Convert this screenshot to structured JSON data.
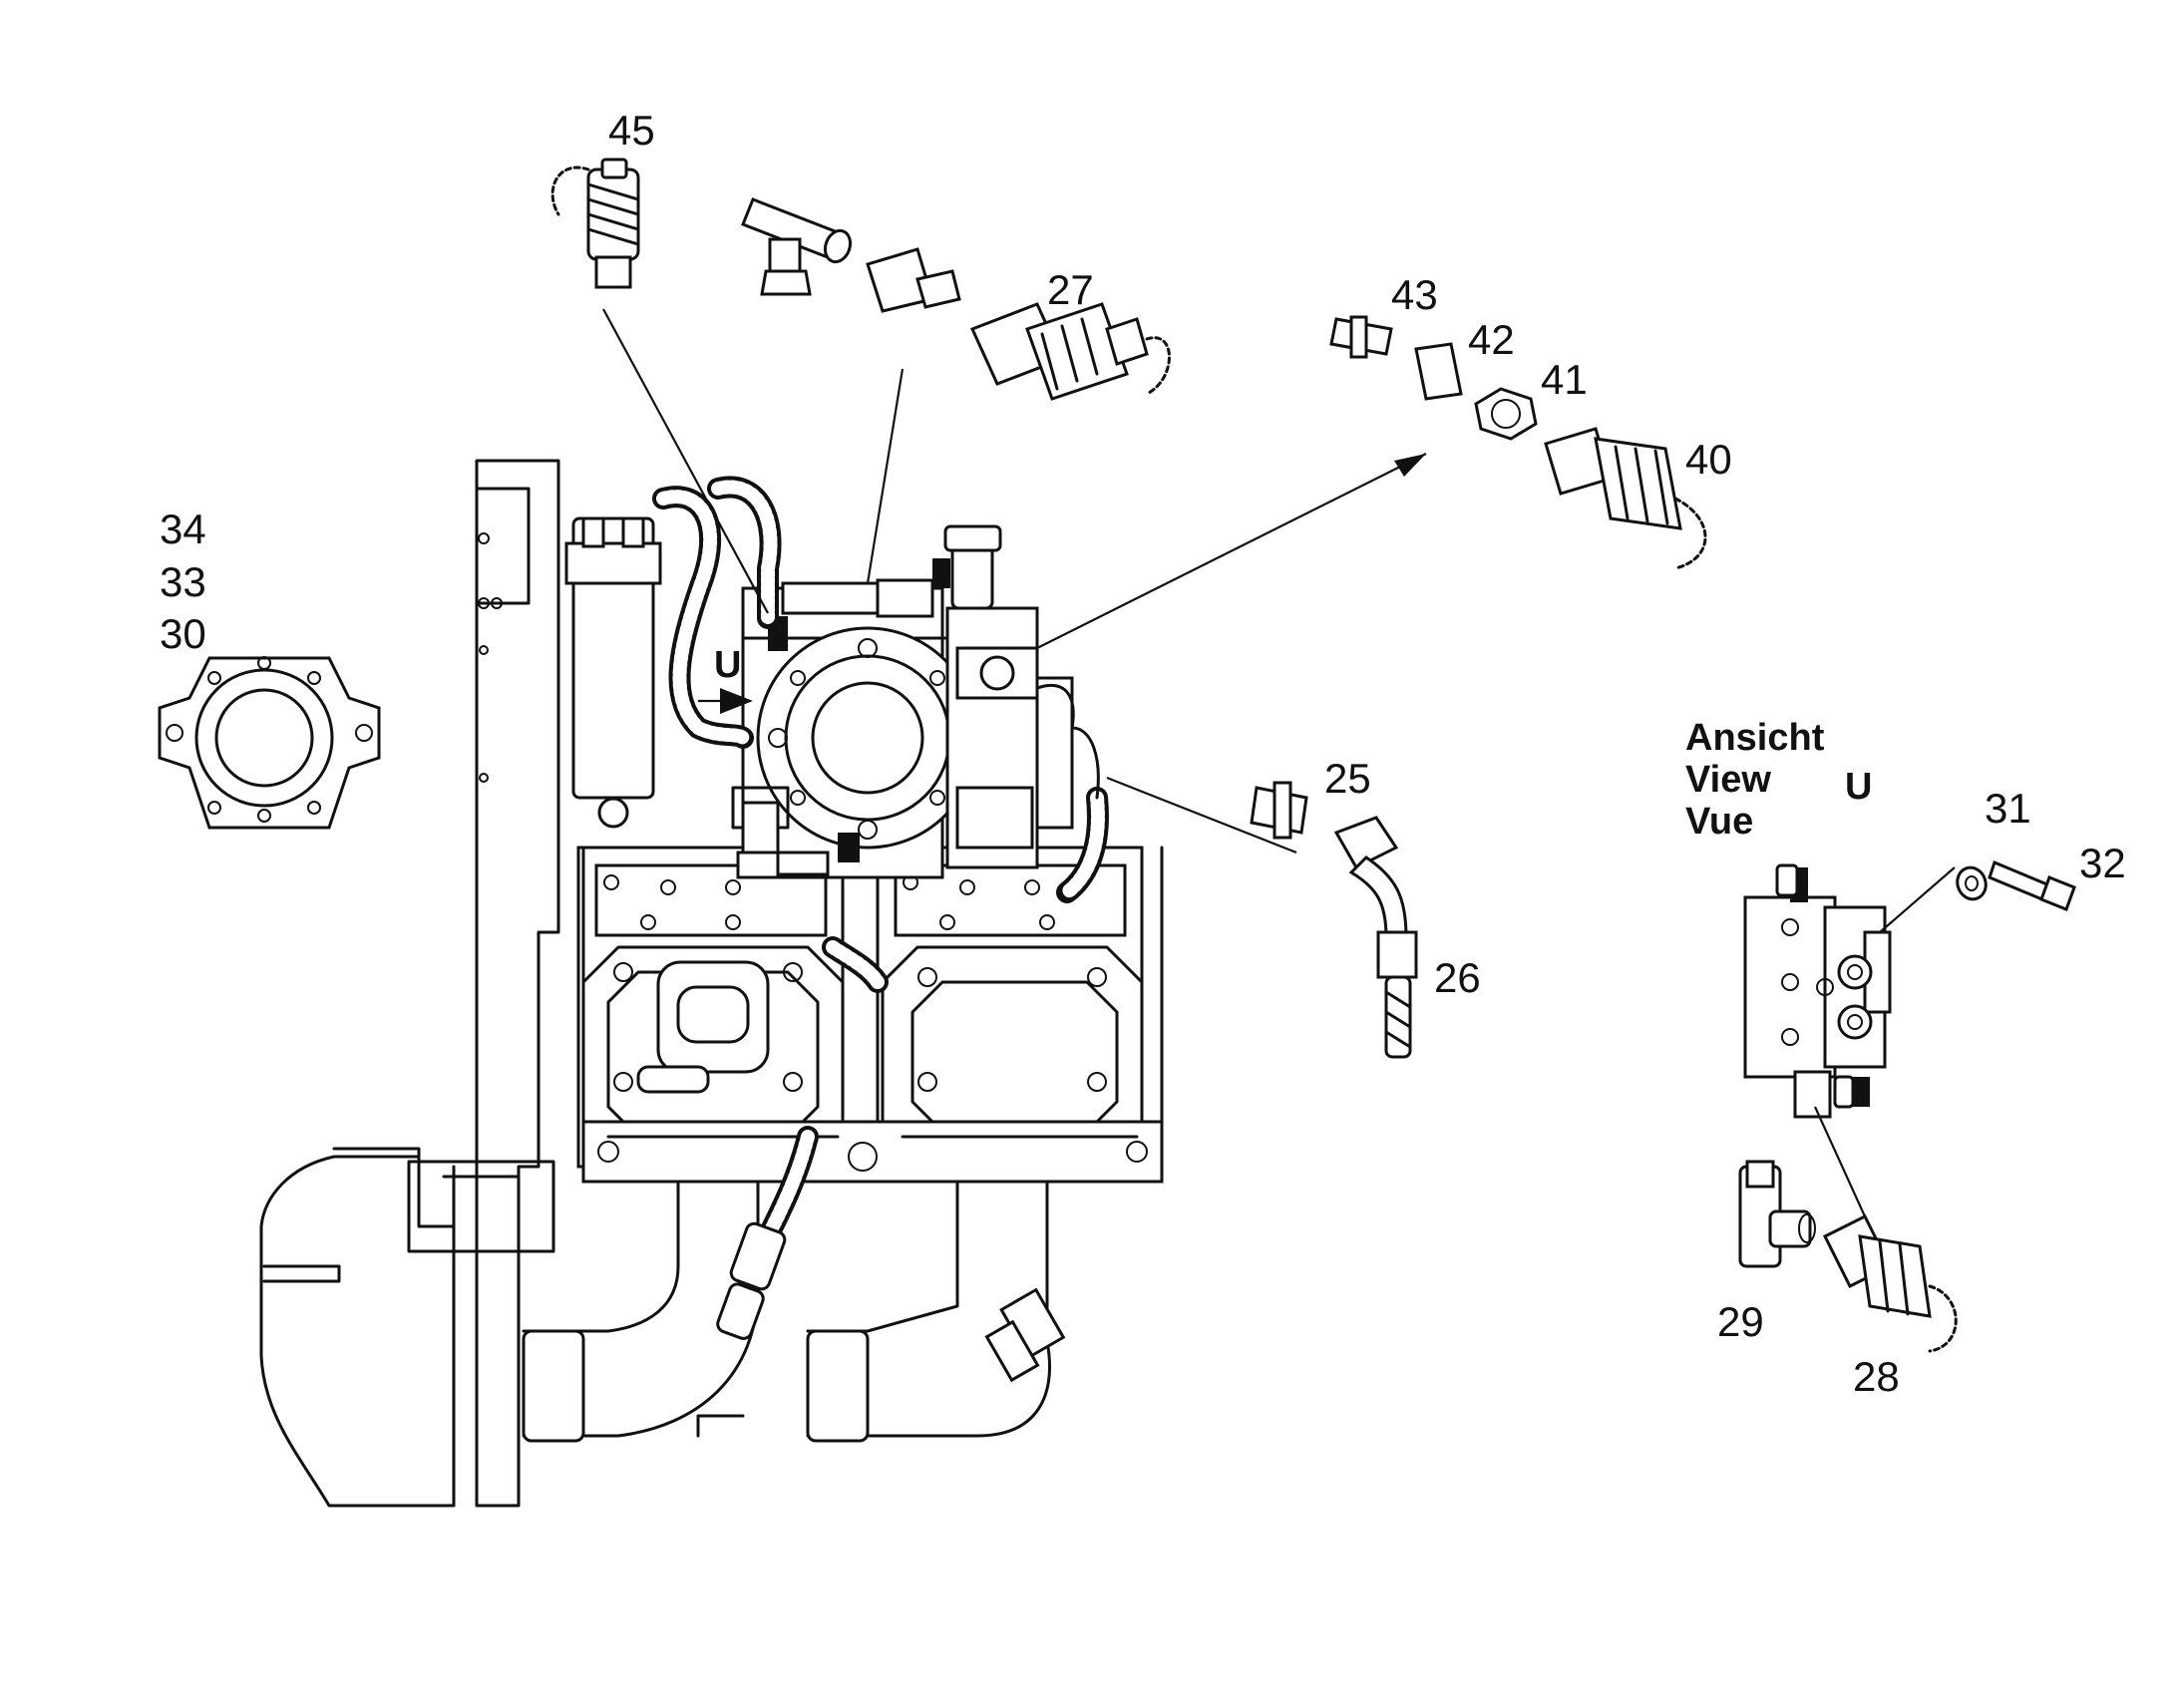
{
  "callouts": {
    "c45": "45",
    "c27": "27",
    "c43": "43",
    "c42": "42",
    "c41": "41",
    "c40": "40",
    "c34": "34",
    "c33": "33",
    "c30": "30",
    "c25": "25",
    "c26": "26",
    "c31": "31",
    "c32": "32",
    "c29": "29",
    "c28": "28"
  },
  "view_label": {
    "line1": "Ansicht",
    "line2": "View",
    "line3": "Vue",
    "marker": "U"
  },
  "view_arrow_marker": "U"
}
